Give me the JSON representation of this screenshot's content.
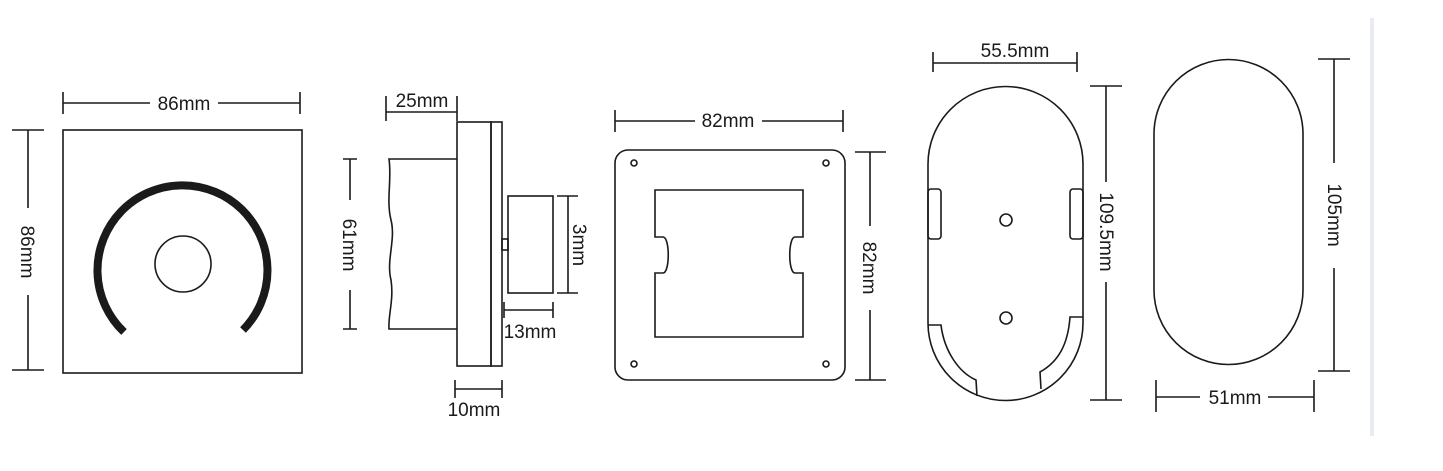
{
  "front_view": {
    "width_label": "86mm",
    "height_label": "86mm"
  },
  "side_view": {
    "depth_label": "25mm",
    "box_height_label": "61mm",
    "knob_height_label": "3mm",
    "knob_depth_label": "13mm",
    "plate_thickness_label": "10mm"
  },
  "mounting_plate": {
    "width_label": "82mm",
    "height_label": "82mm"
  },
  "back_bracket": {
    "width_label": "55.5mm",
    "height_label": "109.5mm"
  },
  "oval_cover": {
    "width_label": "51mm",
    "height_label": "105mm"
  }
}
